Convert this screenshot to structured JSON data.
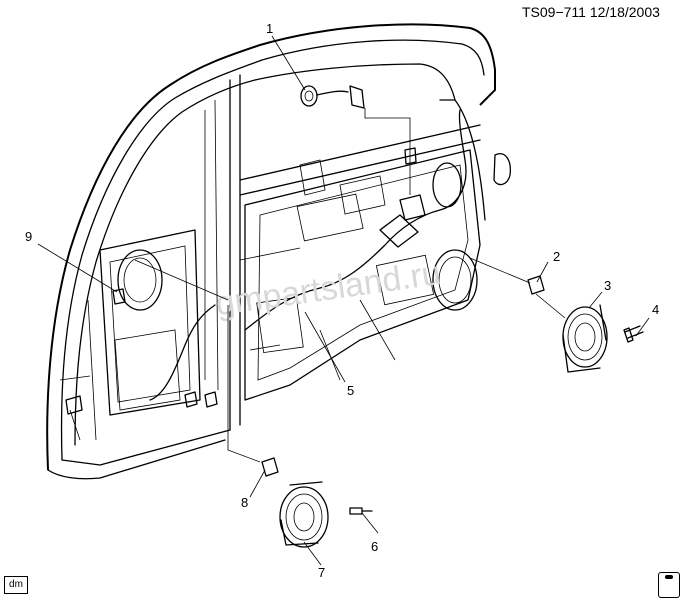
{
  "header": {
    "code": "TS09−711  12/18/2003"
  },
  "footer": {
    "corner_tag": "dm"
  },
  "watermark": {
    "text": "gmpartsland.ru"
  },
  "callouts": [
    {
      "id": "1",
      "label": "1"
    },
    {
      "id": "2",
      "label": "2"
    },
    {
      "id": "3",
      "label": "3"
    },
    {
      "id": "4",
      "label": "4"
    },
    {
      "id": "5",
      "label": "5"
    },
    {
      "id": "6",
      "label": "6"
    },
    {
      "id": "7",
      "label": "7"
    },
    {
      "id": "8",
      "label": "8"
    },
    {
      "id": "9",
      "label": "9"
    }
  ]
}
